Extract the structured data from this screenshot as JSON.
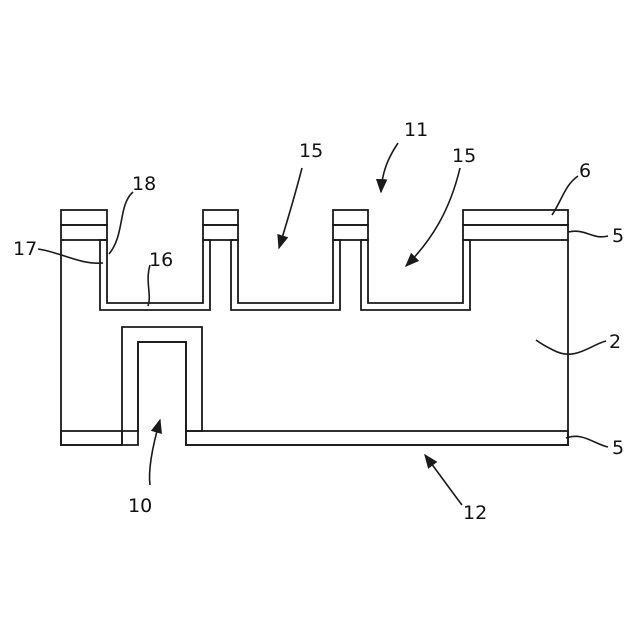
{
  "figure": {
    "reference_numerals": {
      "trench_left": "10",
      "cavity_group": "11",
      "back_side": "12",
      "cavity_a": "15",
      "cavity_b": "15",
      "cavity_bottom_layer": "16",
      "sidewall_layer": "17",
      "sidewall_edge": "18",
      "top_mask": "6",
      "top_layer": "5",
      "bottom_layer": "5",
      "substrate": "2"
    },
    "colors": {
      "line": "#1a1a1a",
      "background": "#ffffff"
    }
  }
}
